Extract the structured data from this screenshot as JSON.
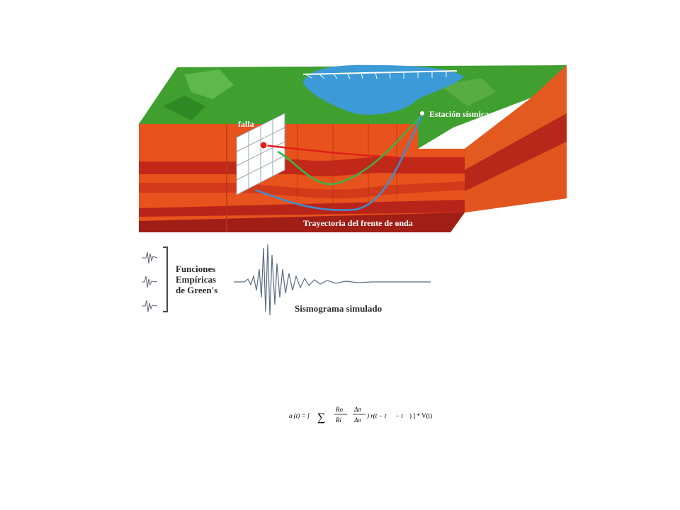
{
  "diagram": {
    "labels": {
      "fault": "falla",
      "station": "Estación sísmica",
      "wavefront": "Trayectoria del frente de onda",
      "green_line1": "Funciones",
      "green_line2": "Empíricas",
      "green_line3": "de Green's",
      "seismogram": "Sismograma simulado"
    },
    "colors": {
      "grass": "#3f9f2f",
      "water": "#3c9ad6",
      "strata_orange": "#e8521c",
      "strata_red": "#c2281a",
      "strata_dark": "#a01e16",
      "ray_red": "#e0201a",
      "ray_green": "#39b54a",
      "ray_blue": "#3d8fd4"
    }
  },
  "formula": {
    "lhs": "a (t) = [",
    "sum_symbol": "∑",
    "ratio_num": "Ro",
    "ratio_den": "Ri",
    "delta_num": "Δσ",
    "delta_den": "Δσ",
    "rterm": ") r(t − t",
    "tail": " − t",
    "close": ") ] * V(t)"
  }
}
